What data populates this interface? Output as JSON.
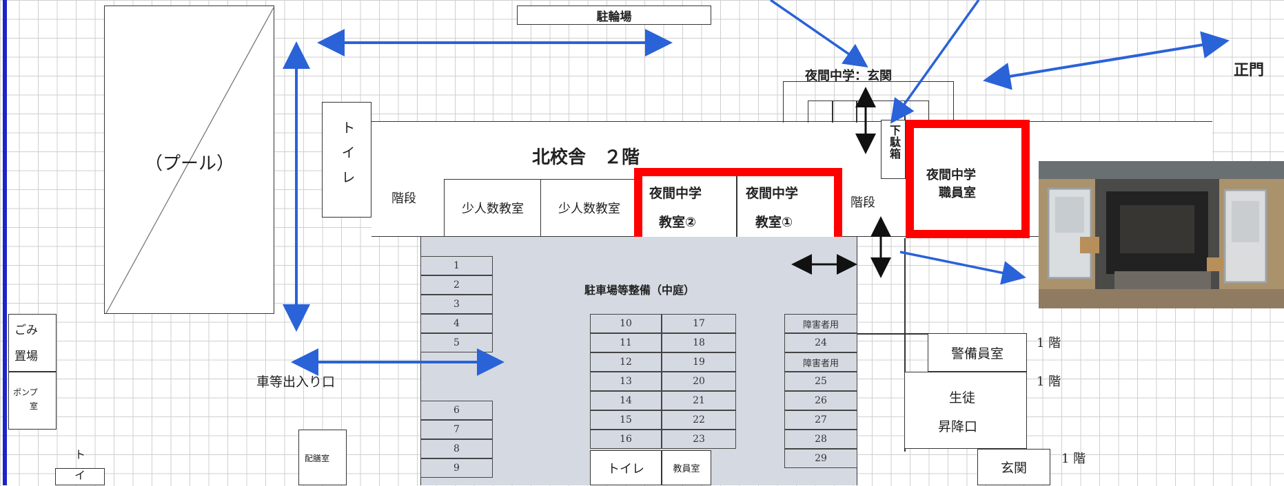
{
  "labels": {
    "bicycle_parking": "駐輪場",
    "pool": "（プール）",
    "toilet_vertical": "トイレ",
    "night_entrance": "夜間中学：玄関",
    "front_gate": "正門",
    "building_title": "北校舎　２階",
    "stairs_left": "階段",
    "small_class_1": "少人数教室",
    "small_class_2": "少人数教室",
    "night_class_2_line1": "夜間中学",
    "night_class_2_line2": "教室②",
    "night_class_1_line1": "夜間中学",
    "night_class_1_line2": "教室①",
    "stairs_right": "階段",
    "shoe_box": "下駄箱",
    "night_staff_line1": "夜間中学",
    "night_staff_line2": "職員室",
    "courtyard": "駐車場等整備（中庭）",
    "garbage_line1": "ごみ",
    "garbage_line2": "置場",
    "pump_line1": "ポンプ",
    "pump_line2": "室",
    "vehicle_entrance": "車等出入り口",
    "guard_room": "警備員室",
    "floor1_a": "1 階",
    "floor1_b": "1 階",
    "floor1_c": "1 階",
    "student_line1": "生徒",
    "student_line2": "昇降口",
    "entrance": "玄関",
    "toilet_bottom": "トイレ",
    "staff_small": "教員室",
    "distribution": "配膳室",
    "toilet_bl": "トイ"
  },
  "parking": {
    "left_col": [
      "1",
      "2",
      "3",
      "4",
      "5",
      "",
      "6",
      "7",
      "8",
      "9"
    ],
    "mid_col_a": [
      "10",
      "11",
      "12",
      "13",
      "14",
      "15",
      "16"
    ],
    "mid_col_b": [
      "17",
      "18",
      "19",
      "20",
      "21",
      "22",
      "23"
    ],
    "right_col": [
      "障害者用",
      "24",
      "障害者用",
      "25",
      "26",
      "27",
      "28",
      "29"
    ]
  },
  "colors": {
    "highlight": "#ff0000",
    "arrow_blue": "#2a62d8",
    "courtyard_fill": "#d5dae2",
    "page_border": "#1a24c8"
  }
}
